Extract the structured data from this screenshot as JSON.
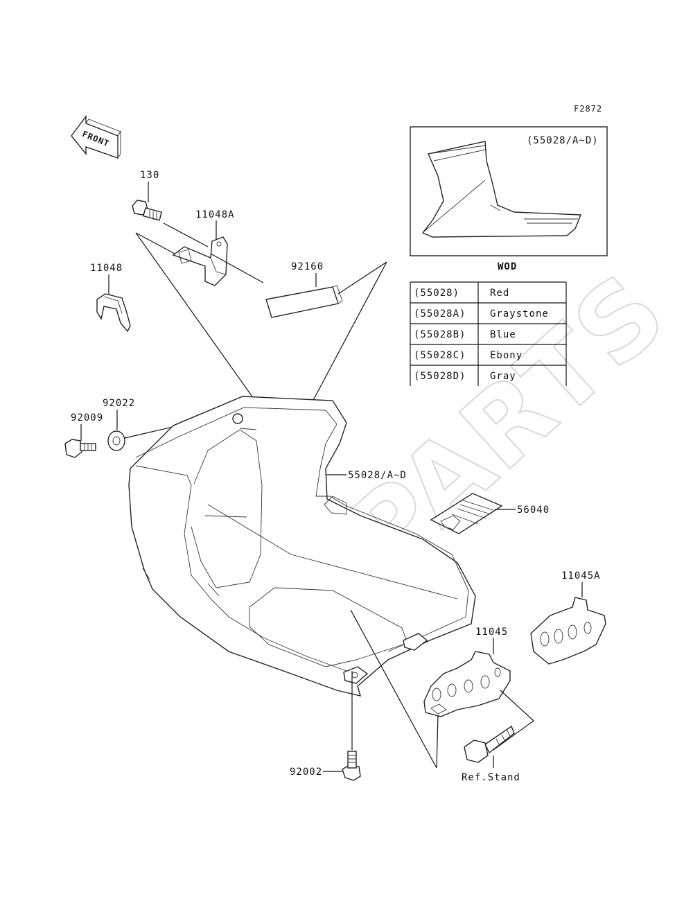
{
  "figure_id": "F2872",
  "front_arrow_label": "FRONT",
  "watermark": "XPARTS",
  "callouts": {
    "p130": "130",
    "p11048A": "11048A",
    "p11048": "11048",
    "p92160": "92160",
    "p92022": "92022",
    "p92009": "92009",
    "p55028": "55028/A~D",
    "p56040": "56040",
    "p11045A": "11045A",
    "p11045": "11045",
    "p92002": "92002",
    "ref_stand": "Ref.Stand"
  },
  "inset": {
    "label": "(55028/A~D)",
    "caption": "WOD"
  },
  "color_table": [
    {
      "code": "(55028)",
      "color": "Red"
    },
    {
      "code": "(55028A)",
      "color": "Graystone"
    },
    {
      "code": "(55028B)",
      "color": "Blue"
    },
    {
      "code": "(55028C)",
      "color": "Ebony"
    },
    {
      "code": "(55028D)",
      "color": "Gray"
    }
  ]
}
